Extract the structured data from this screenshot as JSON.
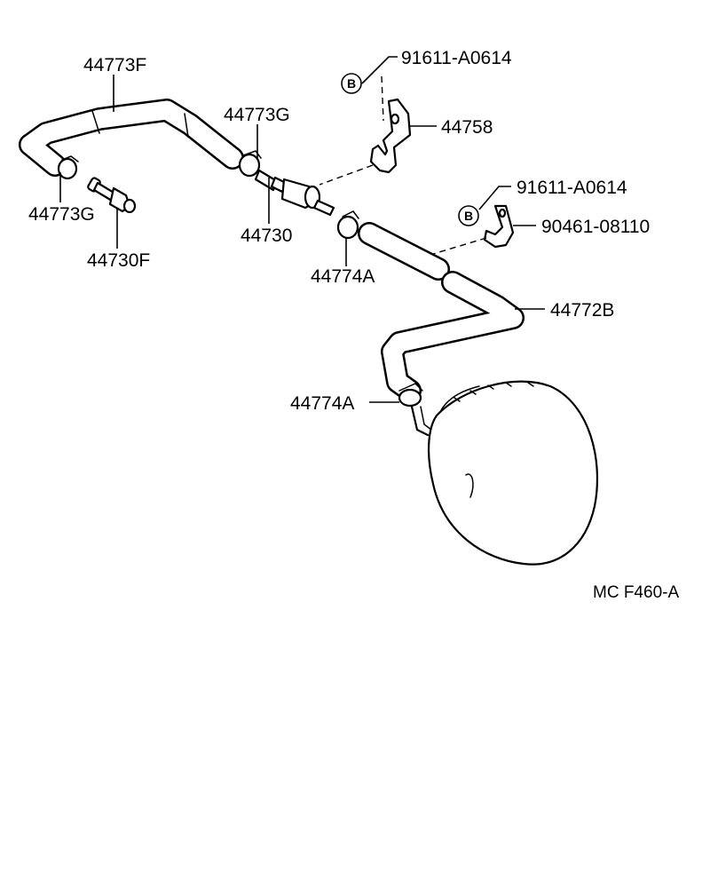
{
  "diagram": {
    "bolt_marker": "B",
    "figure_code": "MC  F460-A",
    "parts": {
      "hose_front": "44773F",
      "clamp_mid": "44773G",
      "clamp_left": "44773G",
      "check_valve": "44730",
      "connector": "44730F",
      "clamp_lower_mid": "44774A",
      "clamp_lower": "44774A",
      "bracket": "44758",
      "bolt_top": "91611-A0614",
      "bolt_right": "91611-A0614",
      "clip": "90461-08110",
      "hose_rear": "44772B"
    }
  }
}
